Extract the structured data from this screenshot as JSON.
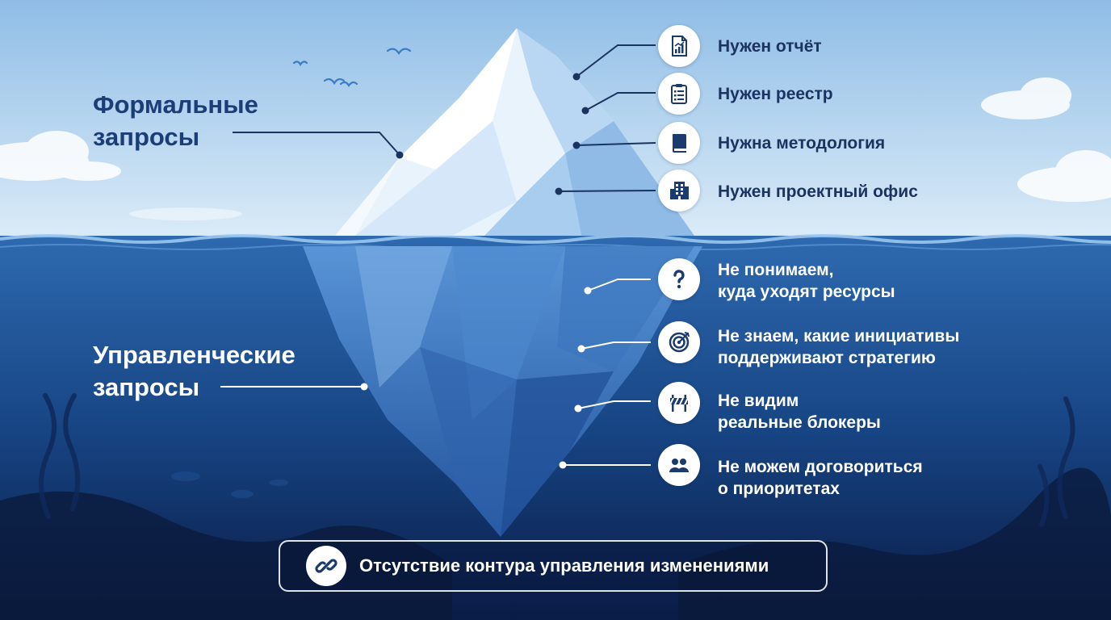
{
  "labels": {
    "top": "Формальные\nзапросы",
    "bottom": "Управленческие\nзапросы"
  },
  "above_items": [
    {
      "text": "Нужен отчёт",
      "icon": "report-chart-icon"
    },
    {
      "text": "Нужен реестр",
      "icon": "clipboard-list-icon"
    },
    {
      "text": "Нужна методология",
      "icon": "book-icon"
    },
    {
      "text": "Нужен проектный офис",
      "icon": "office-building-icon"
    }
  ],
  "below_items": [
    {
      "text": "Не понимаем,\nкуда уходят ресурсы",
      "icon": "question-mark-icon"
    },
    {
      "text": "Не знаем, какие инициативы\nподдерживают стратегию",
      "icon": "target-icon"
    },
    {
      "text": "Не видим\nреальные блокеры",
      "icon": "roadblock-barrier-icon"
    },
    {
      "text": "Не можем договориться\nо приоритетах",
      "icon": "people-group-icon"
    }
  ],
  "banner": {
    "text": "Отсутствие контура управления изменениями",
    "icon": "chain-link-icon"
  },
  "colors": {
    "sky_top": "#8fbde6",
    "sky_bottom": "#dcecf8",
    "water_top": "#2e6ab0",
    "water_bottom": "#0a1b45",
    "title_top": "#1b3d78",
    "icon_fill": "#1b3a6e"
  }
}
